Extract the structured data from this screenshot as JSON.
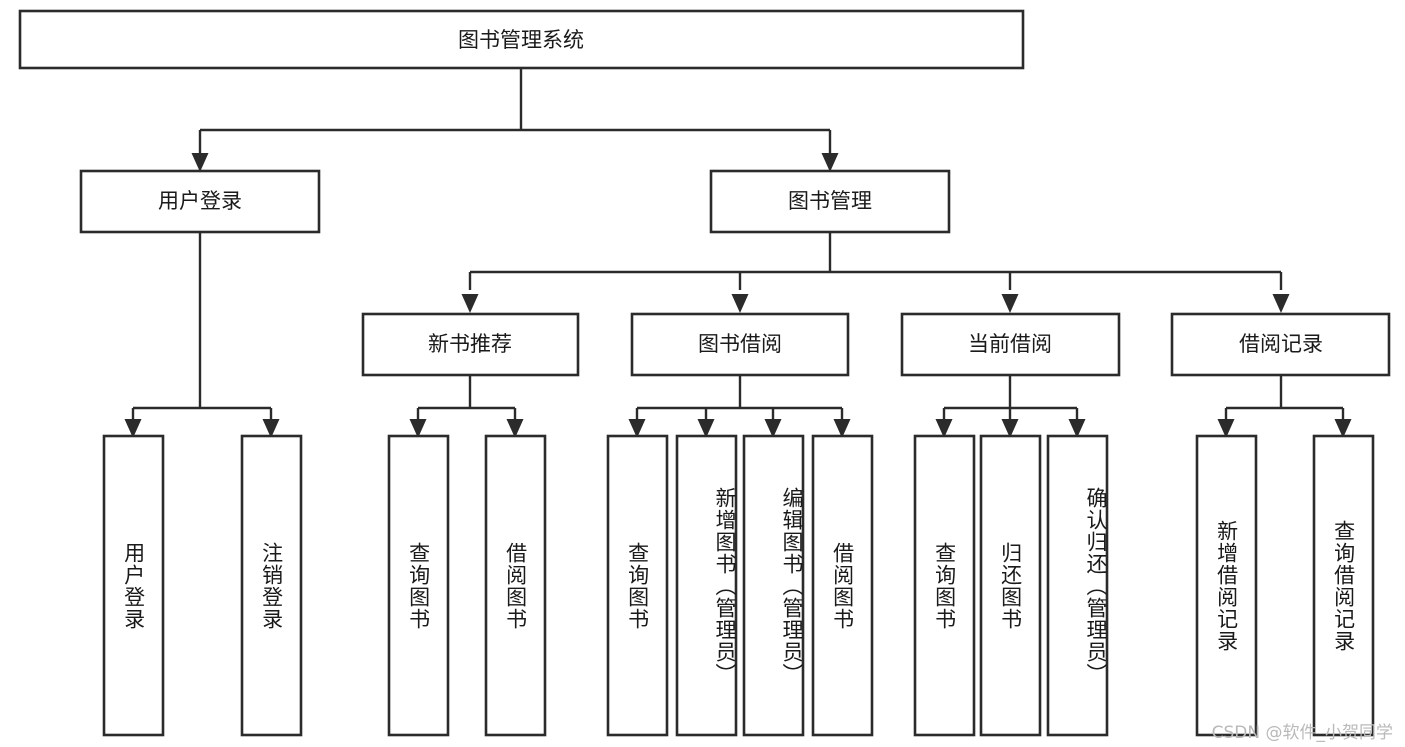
{
  "diagram": {
    "title": "图书管理系统",
    "type": "tree",
    "watermark": "CSDN @软件_小贺同学",
    "colors": {
      "box_stroke": "#2b2b2b",
      "box_fill": "#ffffff",
      "connector": "#2b2b2b",
      "text": "#1a1a1a",
      "watermark": "#b9b9b9",
      "background": "#ffffff"
    },
    "nodes": {
      "root": {
        "label": "图书管理系统",
        "orientation": "horizontal"
      },
      "level1": [
        {
          "label": "用户登录",
          "orientation": "horizontal"
        },
        {
          "label": "图书管理",
          "orientation": "horizontal"
        }
      ],
      "level2": [
        {
          "label": "新书推荐",
          "orientation": "horizontal"
        },
        {
          "label": "图书借阅",
          "orientation": "horizontal"
        },
        {
          "label": "当前借阅",
          "orientation": "horizontal"
        },
        {
          "label": "借阅记录",
          "orientation": "horizontal"
        }
      ],
      "leaves": {
        "user_login": [
          {
            "label": "用户登录",
            "orientation": "vertical"
          },
          {
            "label": "注销登录",
            "orientation": "vertical"
          }
        ],
        "new_book_recommend": [
          {
            "label": "查询图书",
            "orientation": "vertical"
          },
          {
            "label": "借阅图书",
            "orientation": "vertical"
          }
        ],
        "book_borrow": [
          {
            "label": "查询图书",
            "orientation": "vertical"
          },
          {
            "label": "新增图书（管理员）",
            "orientation": "vertical"
          },
          {
            "label": "编辑图书（管理员）",
            "orientation": "vertical"
          },
          {
            "label": "借阅图书",
            "orientation": "vertical"
          }
        ],
        "current_borrow": [
          {
            "label": "查询图书",
            "orientation": "vertical"
          },
          {
            "label": "归还图书",
            "orientation": "vertical"
          },
          {
            "label": "确认归还（管理员）",
            "orientation": "vertical"
          }
        ],
        "borrow_record": [
          {
            "label": "新增借阅记录",
            "orientation": "vertical"
          },
          {
            "label": "查询借阅记录",
            "orientation": "vertical"
          }
        ]
      }
    }
  }
}
